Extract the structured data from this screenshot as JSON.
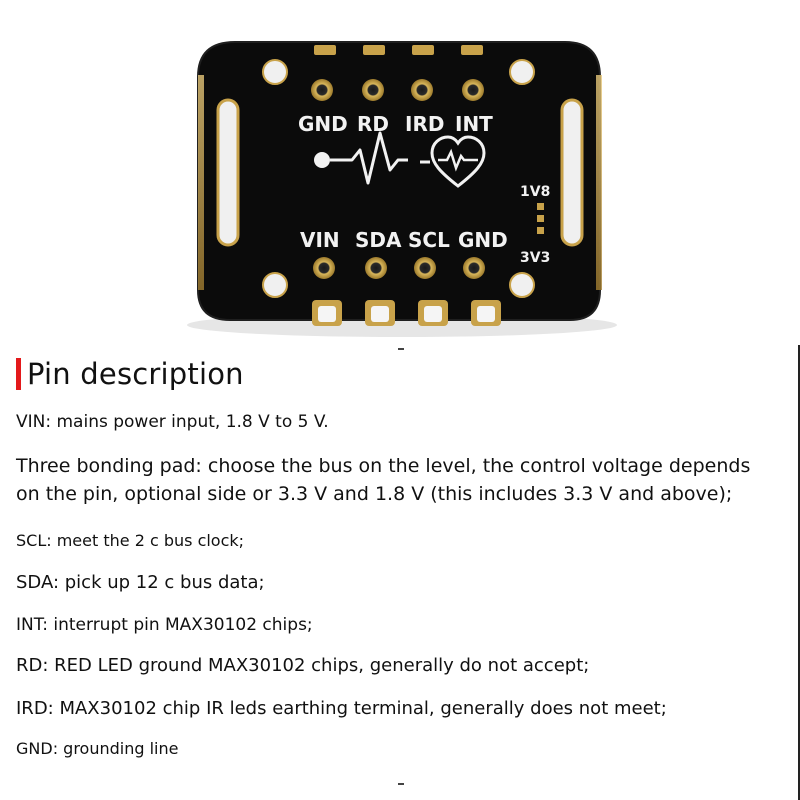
{
  "board": {
    "top_labels": [
      "GND",
      "RD",
      "IRD",
      "INT"
    ],
    "bottom_labels": [
      "VIN",
      "SDA",
      "SCL",
      "GND"
    ],
    "side_labels": [
      "1V8",
      "3V3"
    ],
    "colors": {
      "pcb": "#0a0a0a",
      "gold": "#c8a24a",
      "silkscreen": "#f2f2f2"
    },
    "icons": [
      "sensor-dot-icon",
      "heartbeat-wave-icon",
      "heart-icon"
    ]
  },
  "section": {
    "title": "Pin description",
    "accent_color": "#e3191b",
    "lines": [
      "VIN: mains power input, 1.8 V to 5 V.",
      "Three bonding pad: choose the bus on the level, the control voltage depends",
      "on the pin, optional side or 3.3 V and 1.8 V (this includes 3.3 V and above);",
      "SCL: meet the 2 c bus clock;",
      "SDA: pick up 12 c bus data;",
      " INT: interrupt pin MAX30102 chips;",
      "RD: RED LED ground MAX30102 chips, generally do not accept;",
      " IRD: MAX30102 chip IR leds earthing terminal, generally does not meet;",
      "GND: grounding line"
    ]
  }
}
